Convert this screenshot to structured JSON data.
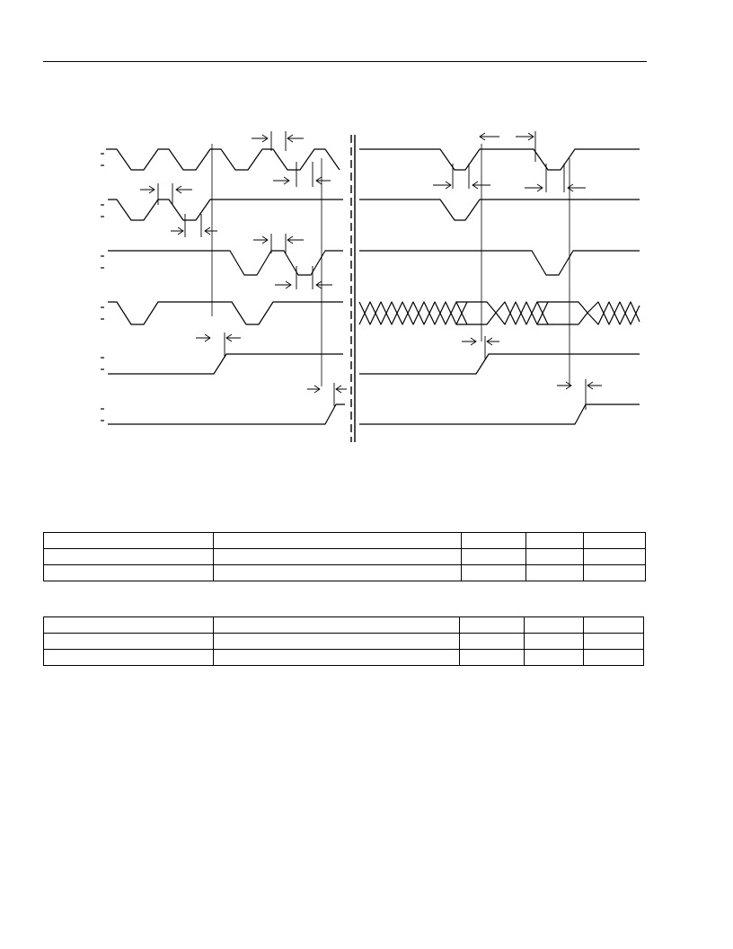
{
  "page": {
    "header_rule": true
  },
  "timing_diagram": {
    "signal_rows": 6,
    "stroke_color": "#000000",
    "left_segment": "clock and strobe waveforms with timing arrows",
    "right_segment": "includes bus-data row with crossing (hatched) transitions"
  },
  "tables": [
    {
      "rows": 3,
      "columns": 5,
      "cells": []
    },
    {
      "rows": 3,
      "columns": 5,
      "cells": []
    }
  ]
}
